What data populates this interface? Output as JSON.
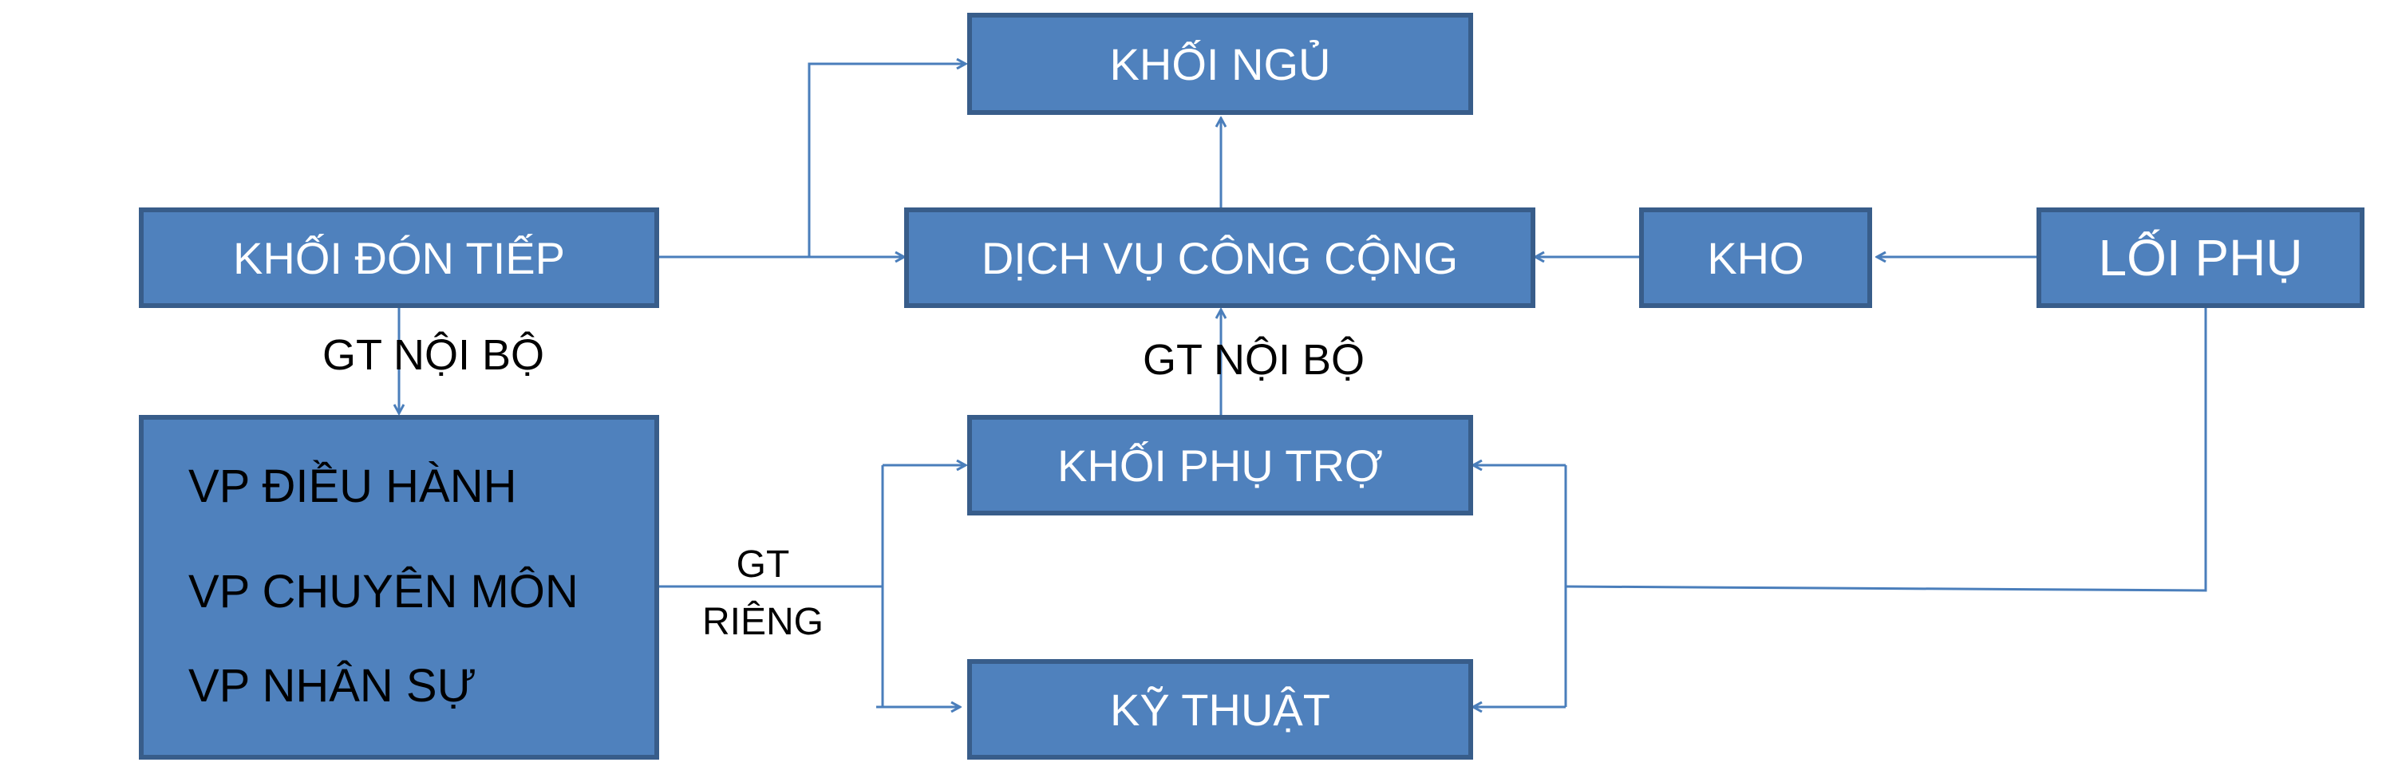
{
  "nodes": {
    "khoi_ngu": "KHỐI NGỦ",
    "khoi_don_tiep": "KHỐI ĐÓN TIẾP",
    "dich_vu_cong_cong": "DỊCH VỤ CÔNG CỘNG",
    "kho": "KHO",
    "loi_phu": "LỐI PHỤ",
    "khoi_phu_tro": "KHỐI PHỤ TRỢ",
    "ky_thuat": "KỸ THUẬT"
  },
  "office_group": {
    "items": [
      "VP ĐIỀU HÀNH",
      "VP CHUYÊN MÔN",
      "VP NHÂN SỰ"
    ]
  },
  "edge_labels": {
    "gt_noi_bo_left": "GT  NỘI BỘ",
    "gt_noi_bo_center": "GT  NỘI BỘ",
    "gt_rieng_line1": "GT",
    "gt_rieng_line2": "RIÊNG"
  },
  "colors": {
    "box_fill": "#4f81bd",
    "box_border": "#385d8a",
    "arrow": "#4a7ebb"
  }
}
